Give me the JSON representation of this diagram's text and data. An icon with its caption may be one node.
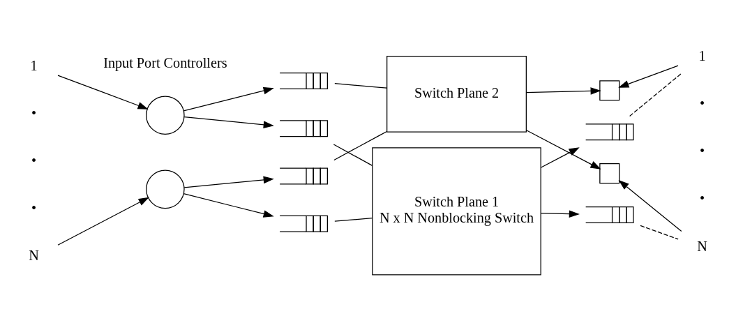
{
  "diagram": {
    "nodes": [
      {
        "text": [
          "1"
        ]
      },
      {
        "text": [],
        "shape": "circle"
      },
      {
        "text": [
          "N"
        ]
      },
      {
        "text": [],
        "shape": "circle"
      },
      {
        "text": [],
        "shape": "queue"
      },
      {
        "text": [],
        "shape": "queue"
      },
      {
        "text": [],
        "shape": "queue"
      },
      {
        "text": [],
        "shape": "queue"
      },
      {
        "text": [
          "Switch Plane 2"
        ]
      },
      {
        "text": [
          "Switch Plane 1",
          "N x N Nonblocking Switch"
        ]
      },
      {
        "text": [],
        "shape": "box"
      },
      {
        "text": [],
        "shape": "queue"
      },
      {
        "text": [],
        "shape": "box"
      },
      {
        "text": [],
        "shape": "queue"
      },
      {
        "text": [
          "1"
        ]
      },
      {
        "text": [
          "N"
        ]
      }
    ],
    "edges": [
      {
        "from": 0,
        "to": 1,
        "arrow": "to"
      },
      {
        "from": 1,
        "to": 4,
        "arrow": "to"
      },
      {
        "from": 1,
        "to": 5,
        "arrow": "to"
      },
      {
        "from": 4,
        "to": 8,
        "arrow": "none"
      },
      {
        "from": 5,
        "to": 9,
        "arrow": "none"
      },
      {
        "from": 2,
        "to": 3,
        "arrow": "to"
      },
      {
        "from": 3,
        "to": 6,
        "arrow": "to"
      },
      {
        "from": 3,
        "to": 7,
        "arrow": "to"
      },
      {
        "from": 6,
        "to": 8,
        "arrow": "none"
      },
      {
        "from": 7,
        "to": 9,
        "arrow": "none"
      },
      {
        "from": 8,
        "to": 10,
        "arrow": "to"
      },
      {
        "from": 9,
        "to": 11,
        "arrow": "to"
      },
      {
        "from": 8,
        "to": 12,
        "arrow": "to"
      },
      {
        "from": 9,
        "to": 13,
        "arrow": "to"
      },
      {
        "from": 14,
        "to": 10,
        "arrow": "to"
      },
      {
        "from": 14,
        "to": 11,
        "arrow": "none",
        "style": "dashed"
      },
      {
        "from": 15,
        "to": 12,
        "arrow": "to"
      },
      {
        "from": 15,
        "to": 13,
        "arrow": "none",
        "style": "dashed"
      }
    ],
    "labels": [
      "Input Port Controllers",
      "•",
      "•",
      "•",
      "•",
      "•",
      "•"
    ]
  }
}
